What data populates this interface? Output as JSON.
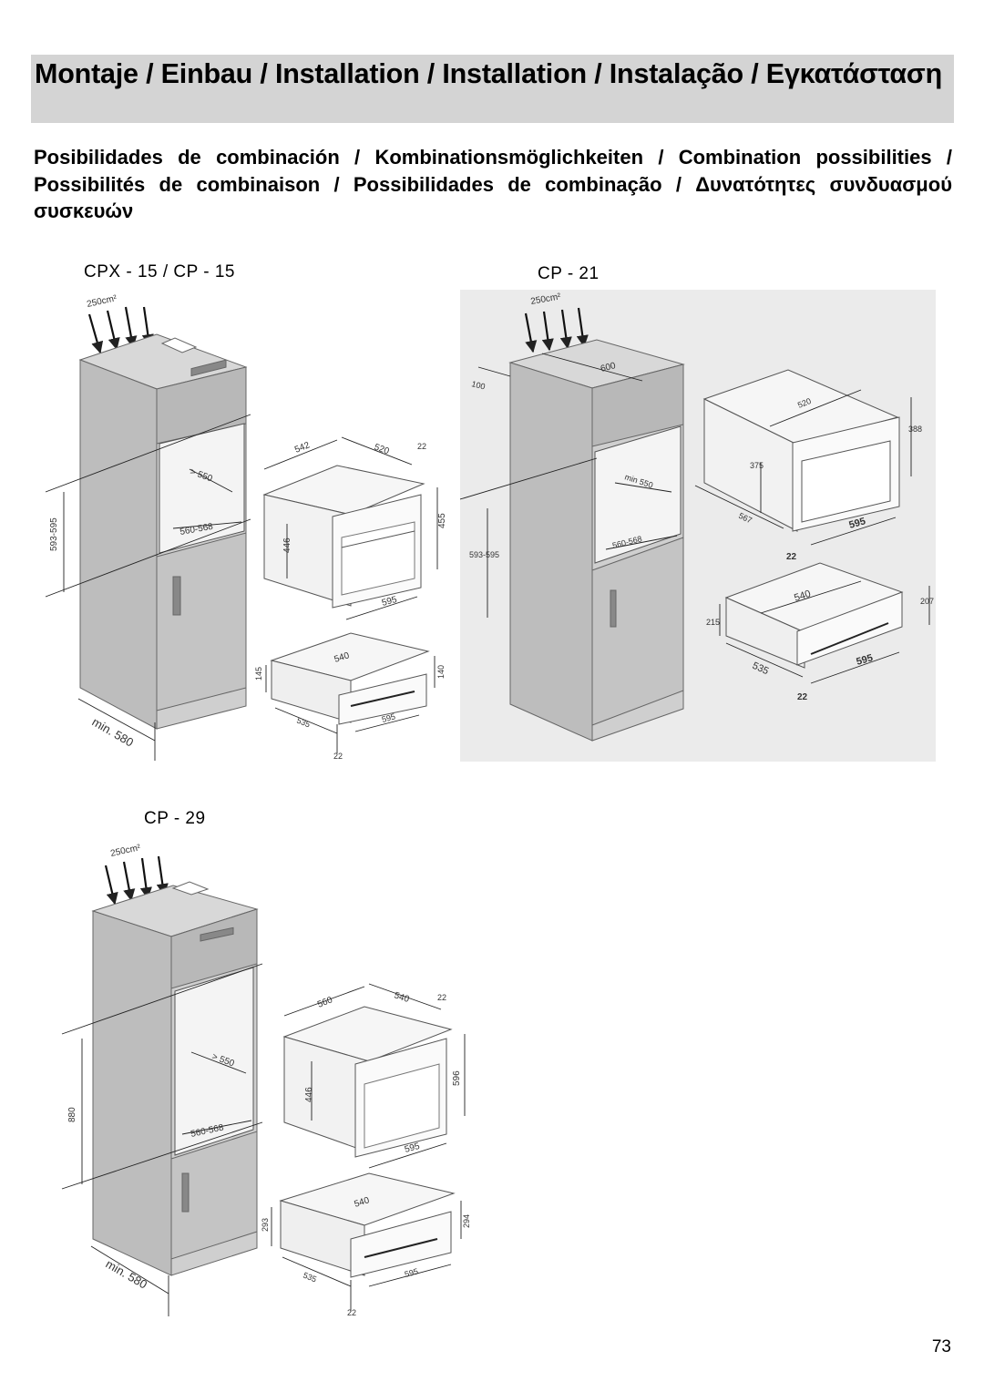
{
  "header": {
    "title": "Montaje / Einbau / Installation / Installation / Instalação / Εγκατάσταση"
  },
  "subtitle": "Posibilidades de combinación / Kombinationsmöglichkeiten / Combination possibilities / Possibilités de combinaison / Possibilidades de combinação / Δυνατότητες συνδυασμού συσκευών",
  "figures": {
    "cpx15": {
      "label": "CPX - 15 / CP - 15",
      "vent": "250cm²",
      "dims": {
        "d550": "> 550",
        "d560_568": "560-568",
        "d593_595": "593-595",
        "dmin580": "min. 580",
        "oven_542": "542",
        "oven_520": "520",
        "oven_22": "22",
        "oven_455": "455",
        "oven_446": "446",
        "oven_595": "595",
        "drawer_540": "540",
        "drawer_145": "145",
        "drawer_140": "140",
        "drawer_535": "535",
        "drawer_595": "595",
        "drawer_22": "22"
      }
    },
    "cp21": {
      "label": "CP - 21",
      "vent": "250cm²",
      "dims": {
        "d600": "600",
        "d100": "100",
        "dmin550": "min 550",
        "d560_568": "560-568",
        "d593_595": "593-595",
        "oven_520": "520",
        "oven_388": "388",
        "oven_375": "375",
        "oven_567": "567",
        "oven_595": "595",
        "oven_22": "22",
        "drawer_540": "540",
        "drawer_207": "207",
        "drawer_215": "215",
        "drawer_535": "535",
        "drawer_595": "595",
        "drawer_22": "22"
      }
    },
    "cp29": {
      "label": "CP - 29",
      "vent": "250cm²",
      "dims": {
        "d550": "> 550",
        "d560_568": "560-568",
        "d880": "880",
        "dmin580": "min. 580",
        "oven_560": "560",
        "oven_540": "540",
        "oven_22": "22",
        "oven_596": "596",
        "oven_446": "446",
        "oven_595": "595",
        "drawer_540": "540",
        "drawer_293": "293",
        "drawer_294": "294",
        "drawer_535": "535",
        "drawer_595": "595",
        "drawer_22": "22"
      }
    }
  },
  "page_number": "73"
}
